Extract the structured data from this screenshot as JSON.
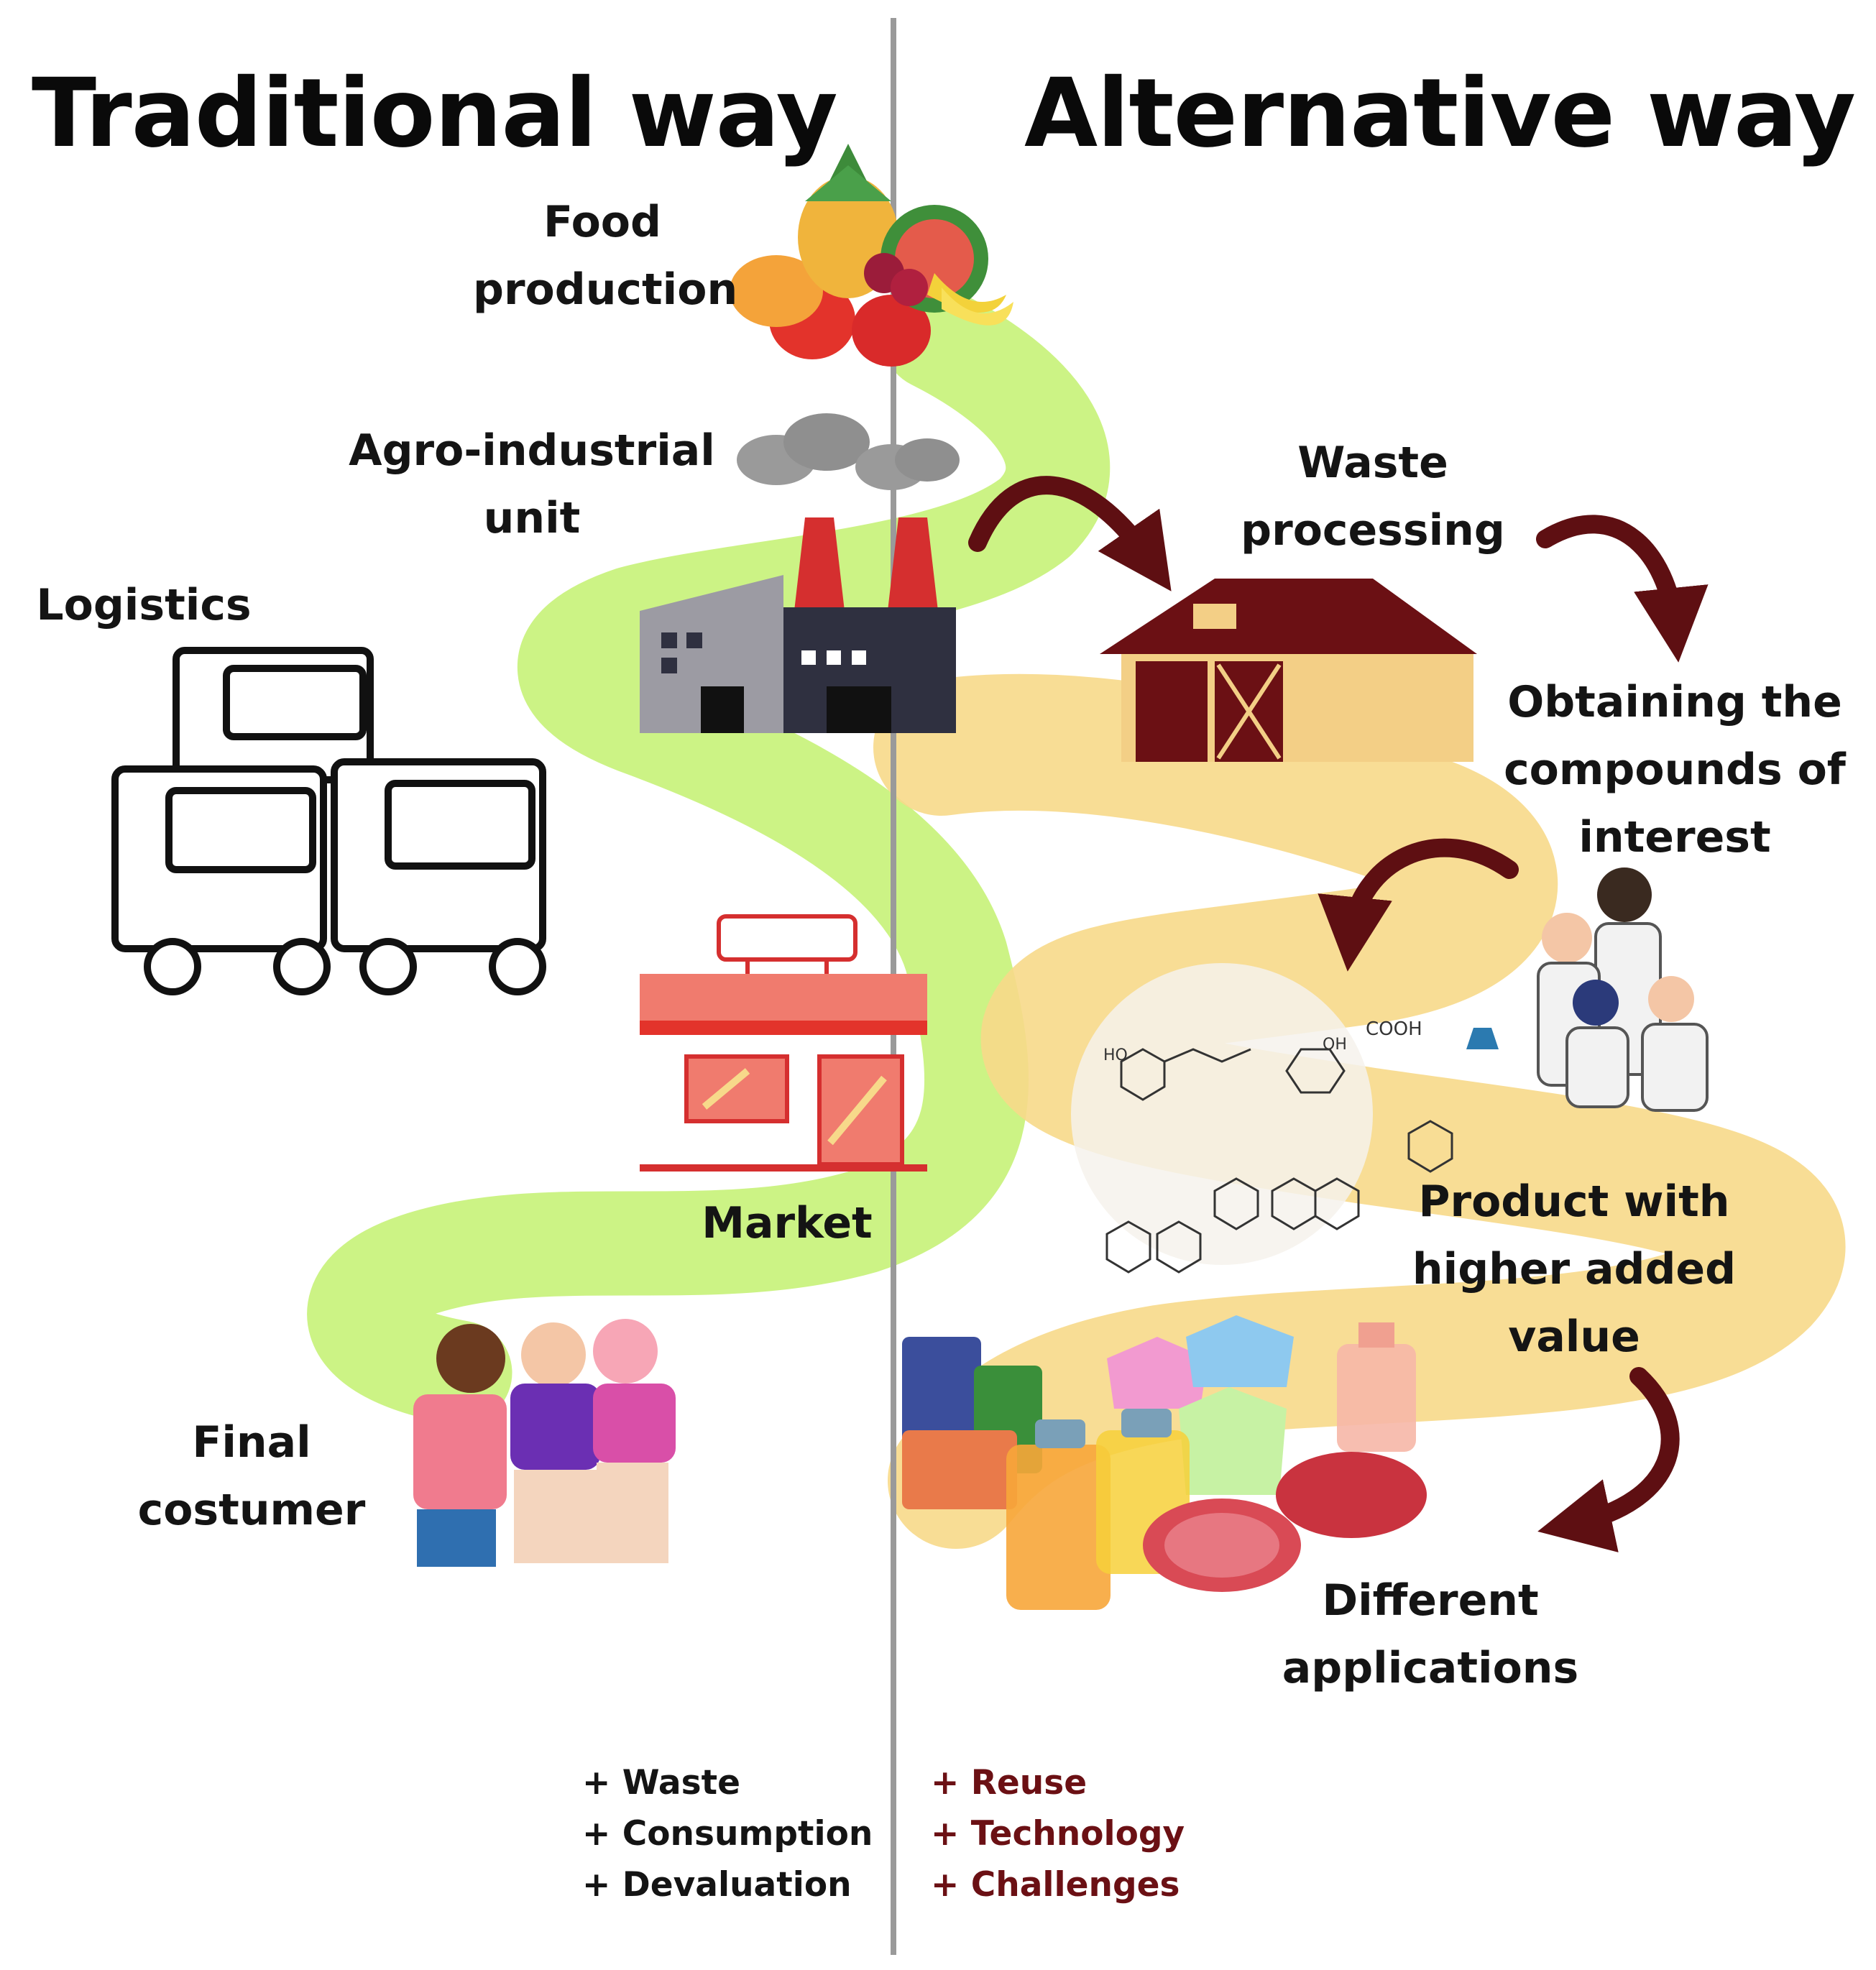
{
  "titles": {
    "left": "Traditional way",
    "right": "Alternative way"
  },
  "stages": {
    "food_production": [
      "Food",
      "production"
    ],
    "agro_industrial": [
      "Agro-industrial",
      "unit"
    ],
    "logistics": [
      "Logistics"
    ],
    "market": [
      "Market"
    ],
    "final_customer": [
      "Final",
      "costumer"
    ],
    "waste_processing": [
      "Waste",
      "processing"
    ],
    "obtaining": [
      "Obtaining the",
      "compounds of",
      "interest"
    ],
    "product": [
      "Product with",
      "higher added",
      "value"
    ],
    "applications": [
      "Different",
      "applications"
    ]
  },
  "consequences": {
    "traditional": [
      "+ Waste",
      "+ Consumption",
      "+ Devaluation"
    ],
    "alternative": [
      "+ Reuse",
      "+ Technology",
      "+ Challenges"
    ]
  },
  "chemistry_labels": [
    "COOH",
    "HO",
    "OH"
  ],
  "colors": {
    "traditional_path": "#c9f27e",
    "alternative_path": "#f7d98a",
    "arrow": "#5e0f12",
    "alternative_text": "#6b1014",
    "divider": "#9a9a9a"
  }
}
